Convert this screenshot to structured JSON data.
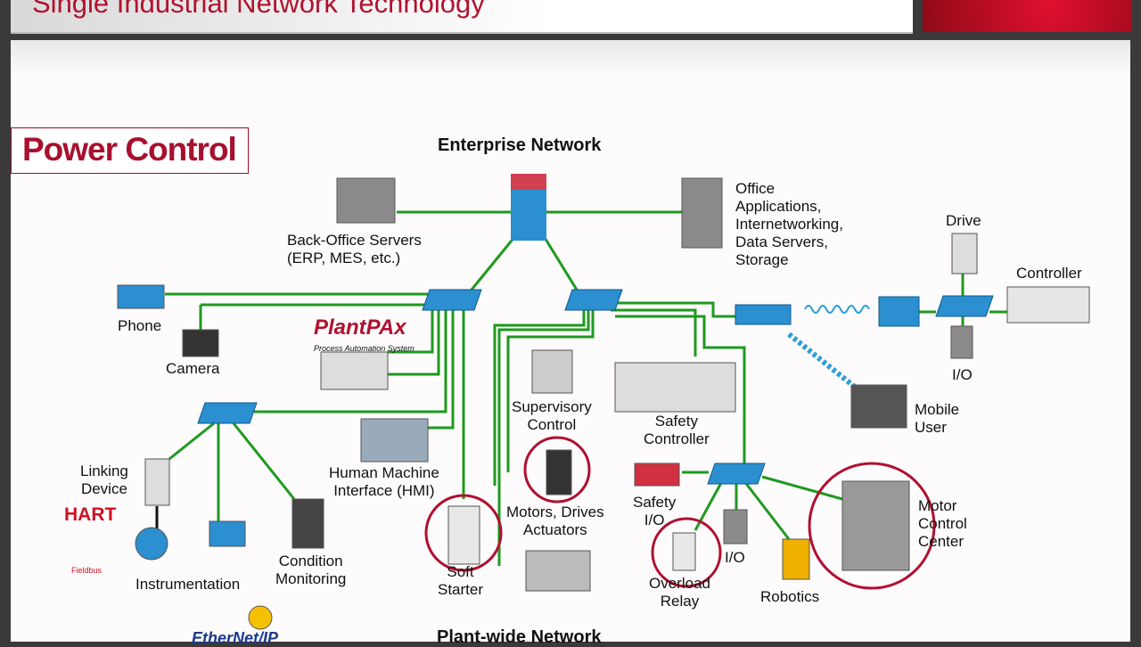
{
  "slide": {
    "title": "Single Industrial Network Technology",
    "section_label": "Power Control"
  },
  "diagram": {
    "top_heading": "Enterprise Network",
    "bottom_heading": "Plant-wide Network",
    "nodes": {
      "back_office": "Back-Office Servers\n(ERP, MES, etc.)",
      "office": "Office\nApplications,\nInternetworking,\nData Servers,\nStorage",
      "drive": "Drive",
      "controller": "Controller",
      "io_top": "I/O",
      "mobile": "Mobile\nUser",
      "phone": "Phone",
      "camera": "Camera",
      "plantpax": "PlantPAx",
      "plantpax_sub": "Process Automation System",
      "supervisory": "Supervisory\nControl",
      "safety_controller": "Safety\nController",
      "linking": "Linking\nDevice",
      "hmi": "Human Machine\nInterface (HMI)",
      "motors": "Motors, Drives\nActuators",
      "safety_io": "Safety\nI/O",
      "io_bottom": "I/O",
      "mcc": "Motor\nControl\nCenter",
      "soft_starter": "Soft\nStarter",
      "overload": "Overload\nRelay",
      "robotics": "Robotics",
      "instrumentation": "Instrumentation",
      "condition": "Condition\nMonitoring",
      "hart": "HART",
      "fieldbus": "Fieldbus",
      "ethernetip": "EtherNet/IP"
    },
    "colors": {
      "link": "#1e9a1e",
      "switch": "#2b8fd0",
      "highlight": "#b01030",
      "accent": "#a8102e"
    }
  }
}
